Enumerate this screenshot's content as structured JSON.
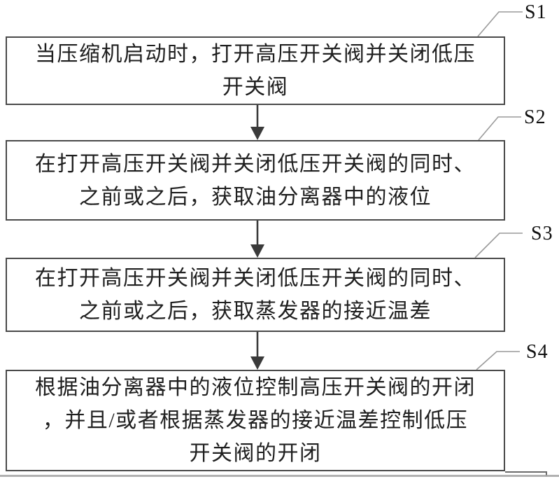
{
  "colors": {
    "bg": "#ffffff",
    "border": "#4a4a4a",
    "arrow": "#3a3a3a",
    "leader": "#9a9a9a",
    "text": "#1f1f1f",
    "label": "#111111"
  },
  "steps": [
    {
      "label": "S1",
      "lines": [
        "当压缩机启动时，打开高压开关阀并关闭低压",
        "开关阀"
      ]
    },
    {
      "label": "S2",
      "lines": [
        "在打开高压开关阀并关闭低压开关阀的同时、",
        "之前或之后，获取油分离器中的液位"
      ]
    },
    {
      "label": "S3",
      "lines": [
        "在打开高压开关阀并关闭低压开关阀的同时、",
        "之前或之后，获取蒸发器的接近温差"
      ]
    },
    {
      "label": "S4",
      "lines": [
        "根据油分离器中的液位控制高压开关阀的开闭",
        "，并且/或者根据蒸发器的接近温差控制低压",
        "开关阀的开闭"
      ]
    }
  ]
}
